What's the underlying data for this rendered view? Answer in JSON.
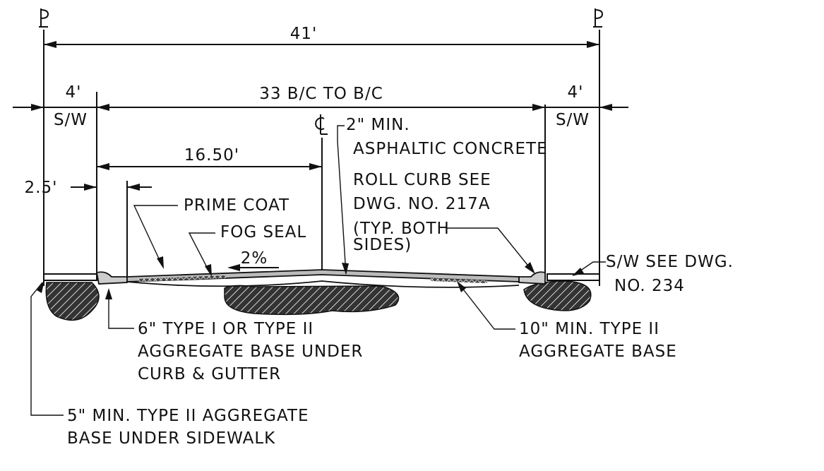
{
  "drawing": {
    "property_line_symbol": "P/L",
    "centerline_symbol": "CL",
    "dimensions": {
      "overall_width": "41'",
      "sidewalk_left": "4'",
      "sidewalk_right": "4'",
      "back_of_curb": "33 B/C TO B/C",
      "half_width": "16.50'",
      "gutter": "2.5'",
      "cross_slope": "2%"
    },
    "labels": {
      "sw_left": "S/W",
      "sw_right": "S/W",
      "asphalt_line1": "2\" MIN.",
      "asphalt_line2": "ASPHALTIC CONCRETE",
      "roll_curb_line1": "ROLL CURB SEE",
      "roll_curb_line2": "DWG. NO. 217A",
      "roll_curb_line3": "(TYP. BOTH",
      "roll_curb_line4": "SIDES)",
      "prime_coat": "PRIME COAT",
      "fog_seal": "FOG SEAL",
      "sidewalk_ref_line1": "S/W  SEE  DWG.",
      "sidewalk_ref_line2": "NO. 234",
      "curb_base_line1": "6\" TYPE I OR TYPE II",
      "curb_base_line2": "AGGREGATE BASE UNDER",
      "curb_base_line3": "CURB & GUTTER",
      "road_base_line1": "10\" MIN. TYPE II",
      "road_base_line2": "AGGREGATE BASE",
      "sidewalk_base_line1": "5\" MIN. TYPE II AGGREGATE",
      "sidewalk_base_line2": "BASE UNDER SIDEWALK"
    }
  }
}
